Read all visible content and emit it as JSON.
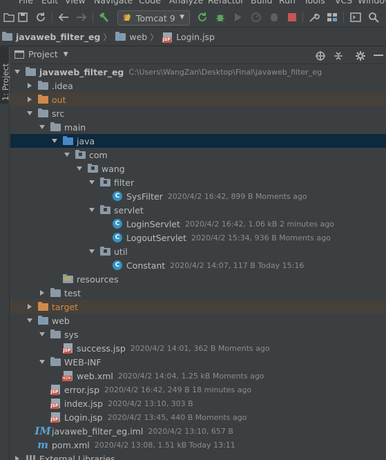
{
  "menu": [
    "File",
    "Edit",
    "View",
    "Navigate",
    "Code",
    "Analyze",
    "Refactor",
    "Build",
    "Run",
    "Tools",
    "VCS",
    "Window"
  ],
  "toolbar": {
    "run_config": "Tomcat 9"
  },
  "breadcrumb": [
    {
      "label": "javaweb_filter_eg",
      "icon": "project-folder-icon",
      "bold": true
    },
    {
      "label": "web",
      "icon": "web-folder-icon",
      "bold": false
    },
    {
      "label": "Login.jsp",
      "icon": "jsp-file-icon",
      "bold": false
    }
  ],
  "left_strip": {
    "label": "1: Project"
  },
  "project_panel": {
    "title": "Project"
  },
  "colors": {
    "selected_row": "#0d293e",
    "excluded_row": "#45403a",
    "class_icon": "#3592c4",
    "excluded_text": "#d08a4c"
  },
  "tree": [
    {
      "indent": 0,
      "arrow": "down",
      "icon": "project-folder",
      "name": "javaweb_filter_eg",
      "bold": true,
      "meta": "C:\\Users\\WangZan\\Desktop\\Final\\javaweb_filter_eg"
    },
    {
      "indent": 1,
      "arrow": "right",
      "icon": "folder",
      "name": ".idea",
      "meta": ""
    },
    {
      "indent": 1,
      "arrow": "right",
      "icon": "excluded-folder",
      "name": "out",
      "meta": "",
      "row": "excl"
    },
    {
      "indent": 1,
      "arrow": "down",
      "icon": "folder",
      "name": "src",
      "meta": ""
    },
    {
      "indent": 2,
      "arrow": "down",
      "icon": "folder",
      "name": "main",
      "meta": ""
    },
    {
      "indent": 3,
      "arrow": "down",
      "icon": "source-folder",
      "name": "java",
      "meta": "",
      "row": "sel"
    },
    {
      "indent": 4,
      "arrow": "down",
      "icon": "package",
      "name": "com",
      "meta": ""
    },
    {
      "indent": 5,
      "arrow": "down",
      "icon": "package",
      "name": "wang",
      "meta": ""
    },
    {
      "indent": 6,
      "arrow": "down",
      "icon": "package",
      "name": "filter",
      "meta": ""
    },
    {
      "indent": 7,
      "arrow": "none",
      "icon": "class",
      "name": "SysFilter",
      "meta": "2020/4/2 16:42, 899 B Moments ago"
    },
    {
      "indent": 6,
      "arrow": "down",
      "icon": "package",
      "name": "servlet",
      "meta": ""
    },
    {
      "indent": 7,
      "arrow": "none",
      "icon": "class",
      "name": "LoginServlet",
      "meta": "2020/4/2 16:42, 1.06 kB 2 minutes ago"
    },
    {
      "indent": 7,
      "arrow": "none",
      "icon": "class",
      "name": "LogoutServlet",
      "meta": "2020/4/2 15:34, 936 B Moments ago"
    },
    {
      "indent": 6,
      "arrow": "down",
      "icon": "package",
      "name": "util",
      "meta": ""
    },
    {
      "indent": 7,
      "arrow": "none",
      "icon": "class",
      "name": "Constant",
      "meta": "2020/4/2 14:07, 117 B Today 15:16"
    },
    {
      "indent": 3,
      "arrow": "none",
      "icon": "resources-folder",
      "name": "resources",
      "meta": ""
    },
    {
      "indent": 2,
      "arrow": "right",
      "icon": "folder",
      "name": "test",
      "meta": ""
    },
    {
      "indent": 1,
      "arrow": "right",
      "icon": "excluded-folder",
      "name": "target",
      "meta": "",
      "row": "excl"
    },
    {
      "indent": 1,
      "arrow": "down",
      "icon": "web-folder",
      "name": "web",
      "meta": ""
    },
    {
      "indent": 2,
      "arrow": "down",
      "icon": "folder",
      "name": "sys",
      "meta": ""
    },
    {
      "indent": 3,
      "arrow": "none",
      "icon": "jsp",
      "name": "success.jsp",
      "meta": "2020/4/2 14:01, 362 B Moments ago"
    },
    {
      "indent": 2,
      "arrow": "down",
      "icon": "folder",
      "name": "WEB-INF",
      "meta": ""
    },
    {
      "indent": 3,
      "arrow": "none",
      "icon": "xml",
      "name": "web.xml",
      "meta": "2020/4/2 14:04, 1.25 kB Moments ago"
    },
    {
      "indent": 2,
      "arrow": "none",
      "icon": "jsp",
      "name": "error.jsp",
      "meta": "2020/4/2 16:42, 249 B 18 minutes ago"
    },
    {
      "indent": 2,
      "arrow": "none",
      "icon": "jsp",
      "name": "index.jsp",
      "meta": "2020/4/2 13:10, 303 B"
    },
    {
      "indent": 2,
      "arrow": "none",
      "icon": "jsp",
      "name": "Login.jsp",
      "meta": "2020/4/2 13:45, 440 B Moments ago"
    },
    {
      "indent": 1,
      "arrow": "none",
      "icon": "iml",
      "name": "javaweb_filter_eg.iml",
      "meta": "2020/4/2 13:10, 657 B"
    },
    {
      "indent": 1,
      "arrow": "none",
      "icon": "pom",
      "name": "pom.xml",
      "meta": "2020/4/2 13:08, 1.51 kB Today 13:11"
    },
    {
      "indent": 0,
      "arrow": "right",
      "icon": "libraries",
      "name": "External Libraries",
      "meta": ""
    }
  ]
}
